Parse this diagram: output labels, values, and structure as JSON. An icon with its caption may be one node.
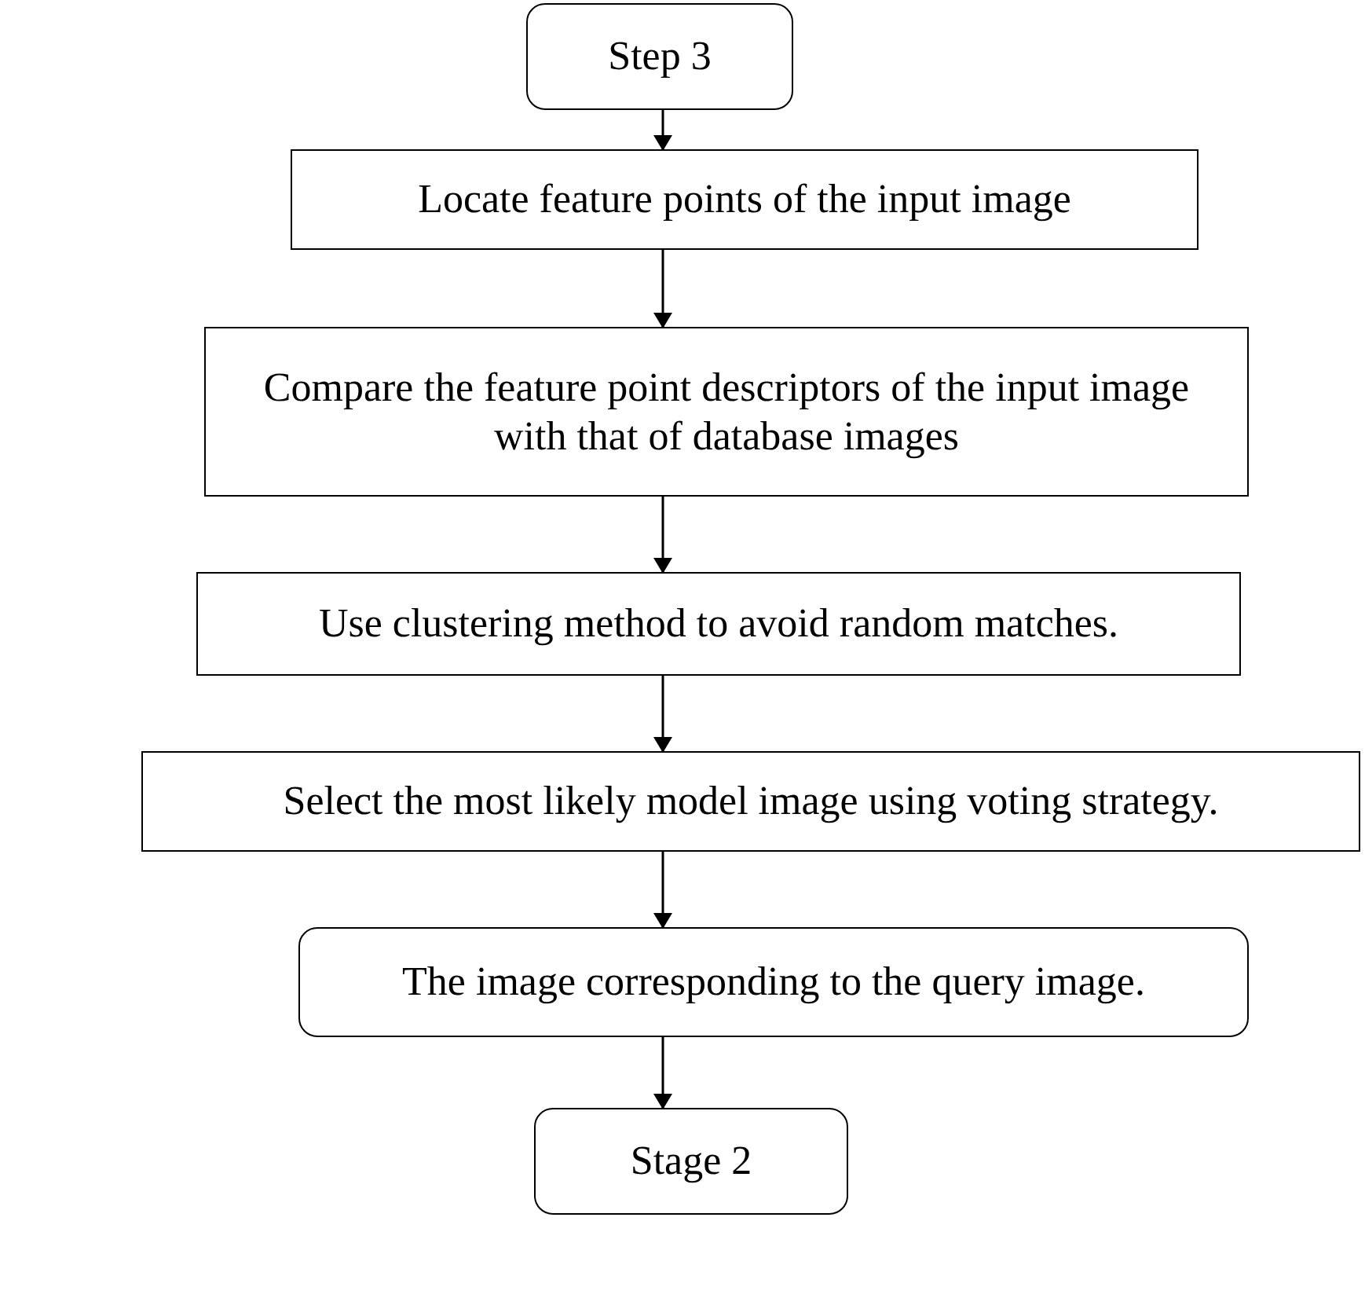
{
  "diagram": {
    "nodes": [
      {
        "text": [
          "Step 3"
        ]
      },
      {
        "text": [
          "Locate feature points of the input image"
        ]
      },
      {
        "text": [
          "Compare the feature point descriptors of the input image with that of database images"
        ]
      },
      {
        "text": [
          "Use clustering method to avoid random matches."
        ]
      },
      {
        "text": [
          "Select the most likely model image using voting strategy."
        ]
      },
      {
        "text": [
          "The image corresponding to the query image."
        ]
      },
      {
        "text": [
          "Stage 2"
        ]
      }
    ],
    "edges": [
      {
        "from": 0,
        "to": 1,
        "arrow": "to"
      },
      {
        "from": 1,
        "to": 2,
        "arrow": "to"
      },
      {
        "from": 2,
        "to": 3,
        "arrow": "to"
      },
      {
        "from": 3,
        "to": 4,
        "arrow": "to"
      },
      {
        "from": 4,
        "to": 5,
        "arrow": "to"
      },
      {
        "from": 5,
        "to": 6,
        "arrow": "to"
      }
    ]
  }
}
